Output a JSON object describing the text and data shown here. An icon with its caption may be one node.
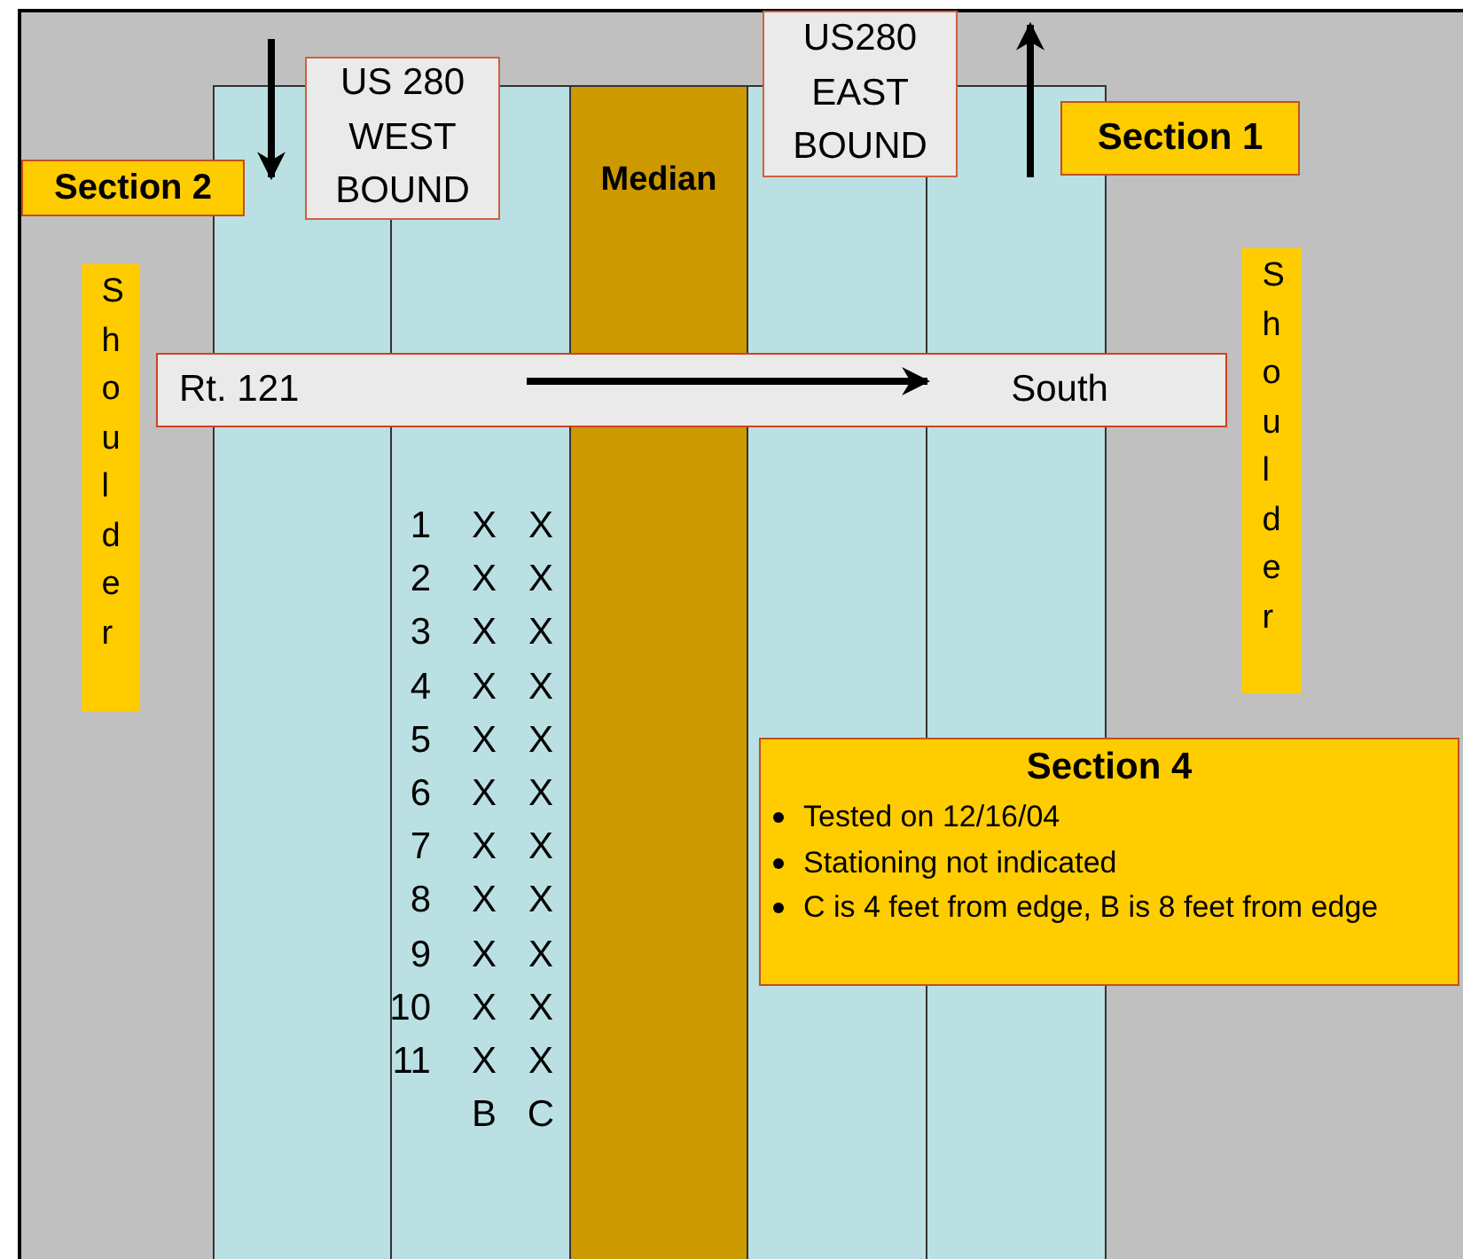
{
  "diagram": {
    "nodes": [
      {
        "text": [],
        "shape": "bar"
      },
      {
        "text": [],
        "shape": "bar"
      },
      {
        "text": [
          "Median"
        ]
      },
      {
        "text": [],
        "shape": "bar"
      },
      {
        "text": [],
        "shape": "bar"
      },
      {
        "text": [
          "Section 2"
        ]
      },
      {
        "text": [
          "US 280 WEST BOUND"
        ]
      },
      {
        "text": [
          "US280 EAST BOUND"
        ]
      },
      {
        "text": [
          "Section 1"
        ]
      },
      {
        "text": [
          "Shoulder"
        ]
      },
      {
        "text": [
          "Rt. 121",
          "South"
        ]
      },
      {
        "text": [
          "Shoulder"
        ]
      },
      {
        "text": [
          "Section 4",
          "Tested on 12/16/04",
          "Stationing not indicated",
          "C is 4 feet from edge, B is 8 feet from edge"
        ]
      }
    ],
    "labels": [
      "1",
      "X",
      "X",
      "2",
      "X",
      "X",
      "3",
      "X",
      "X",
      "4",
      "X",
      "X",
      "5",
      "X",
      "X",
      "6",
      "X",
      "X",
      "7",
      "X",
      "X",
      "8",
      "X",
      "X",
      "9",
      "X",
      "X",
      "10",
      "X",
      "X",
      "11",
      "X",
      "X",
      "B",
      "C"
    ]
  }
}
